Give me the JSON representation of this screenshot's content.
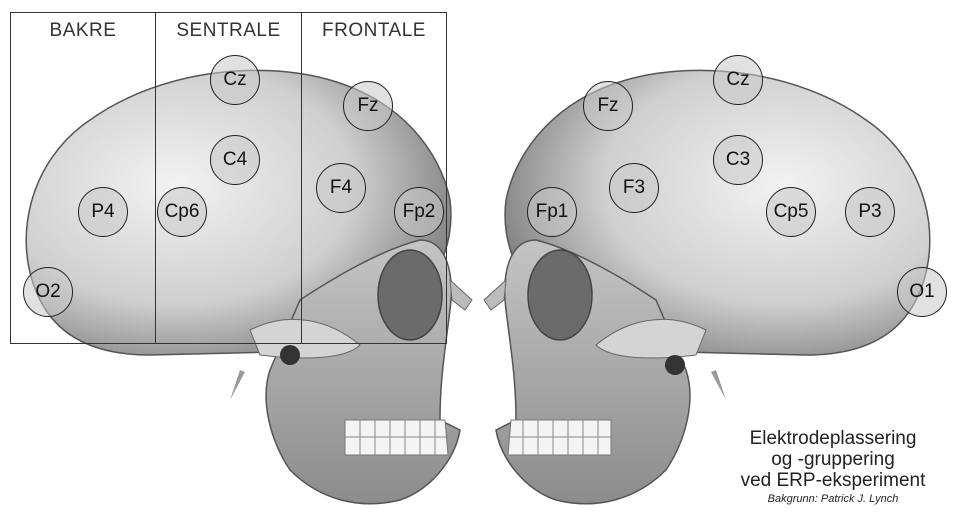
{
  "regions": [
    {
      "id": "bakre",
      "label": "BAKRE"
    },
    {
      "id": "sentrale",
      "label": "SENTRALE"
    },
    {
      "id": "frontale",
      "label": "FRONTALE"
    }
  ],
  "electrodes_right_hemisphere": [
    "Cz",
    "Fz",
    "C4",
    "F4",
    "P4",
    "Cp6",
    "Fp2",
    "O2"
  ],
  "electrodes_left_hemisphere": [
    "Fz",
    "Cz",
    "C3",
    "F3",
    "Fp1",
    "Cp5",
    "P3",
    "O1"
  ],
  "caption": {
    "line1": "Elektrodeplassering",
    "line2": "og -gruppering",
    "line3": "ved ERP-eksperiment",
    "credit": "Bakgrunn: Patrick J. Lynch"
  },
  "colors": {
    "skull_light": "#e6e6e6",
    "skull_shadow": "#8a8a8a",
    "outline": "#333333"
  }
}
